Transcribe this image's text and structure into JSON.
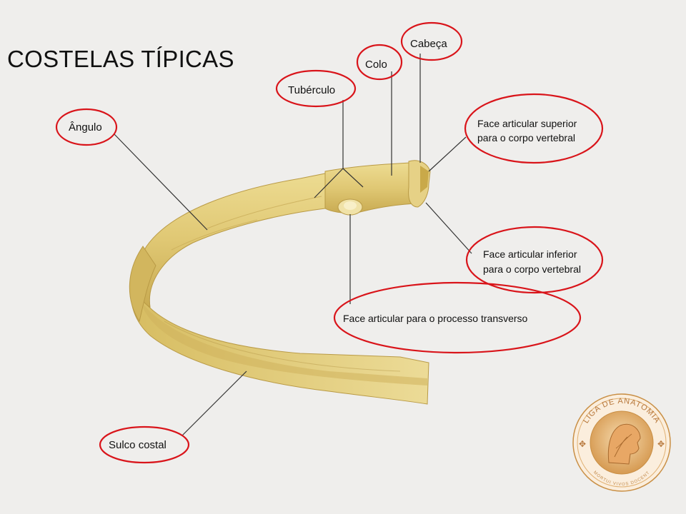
{
  "title": "COSTELAS TÍPICAS",
  "labels": {
    "cabeca": "Cabeça",
    "colo": "Colo",
    "tuberculo": "Tubérculo",
    "angulo": "Ângulo",
    "face_superior_l1": "Face articular superior",
    "face_superior_l2": "para o corpo vertebral",
    "face_inferior_l1": "Face articular inferior",
    "face_inferior_l2": "para o corpo vertebral",
    "face_processo": "Face articular para o processo transverso",
    "sulco": "Sulco costal"
  },
  "logo": {
    "text": "LIGA DE ANATOMIA",
    "motto": "MORTUI VIVOS DOCENT"
  },
  "colors": {
    "circle": "#d9141a",
    "bone": "#e3cf7e",
    "bone_dark": "#c9ad55",
    "line": "#333333",
    "logo_gold": "#d9a55a"
  }
}
